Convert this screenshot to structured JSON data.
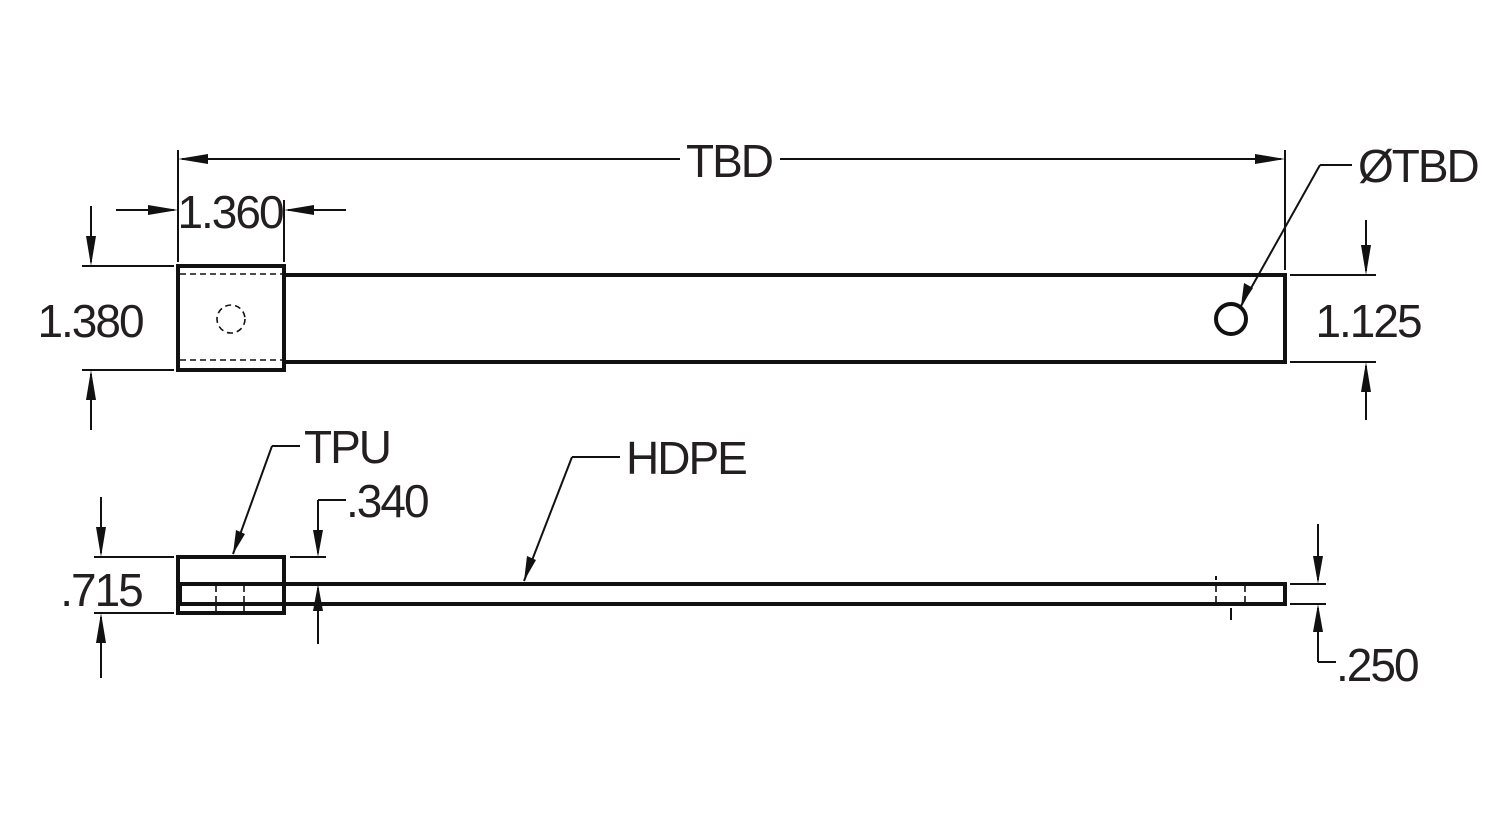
{
  "top_view": {
    "overall_length": "TBD",
    "hole_diameter": "ØTBD",
    "tpu_block_width": "1.360",
    "tpu_block_height": "1.380",
    "arm_width": "1.125"
  },
  "side_view": {
    "material_block": "TPU",
    "material_arm": "HDPE",
    "block_offset": ".340",
    "block_thickness": ".715",
    "arm_thickness": ".250"
  }
}
